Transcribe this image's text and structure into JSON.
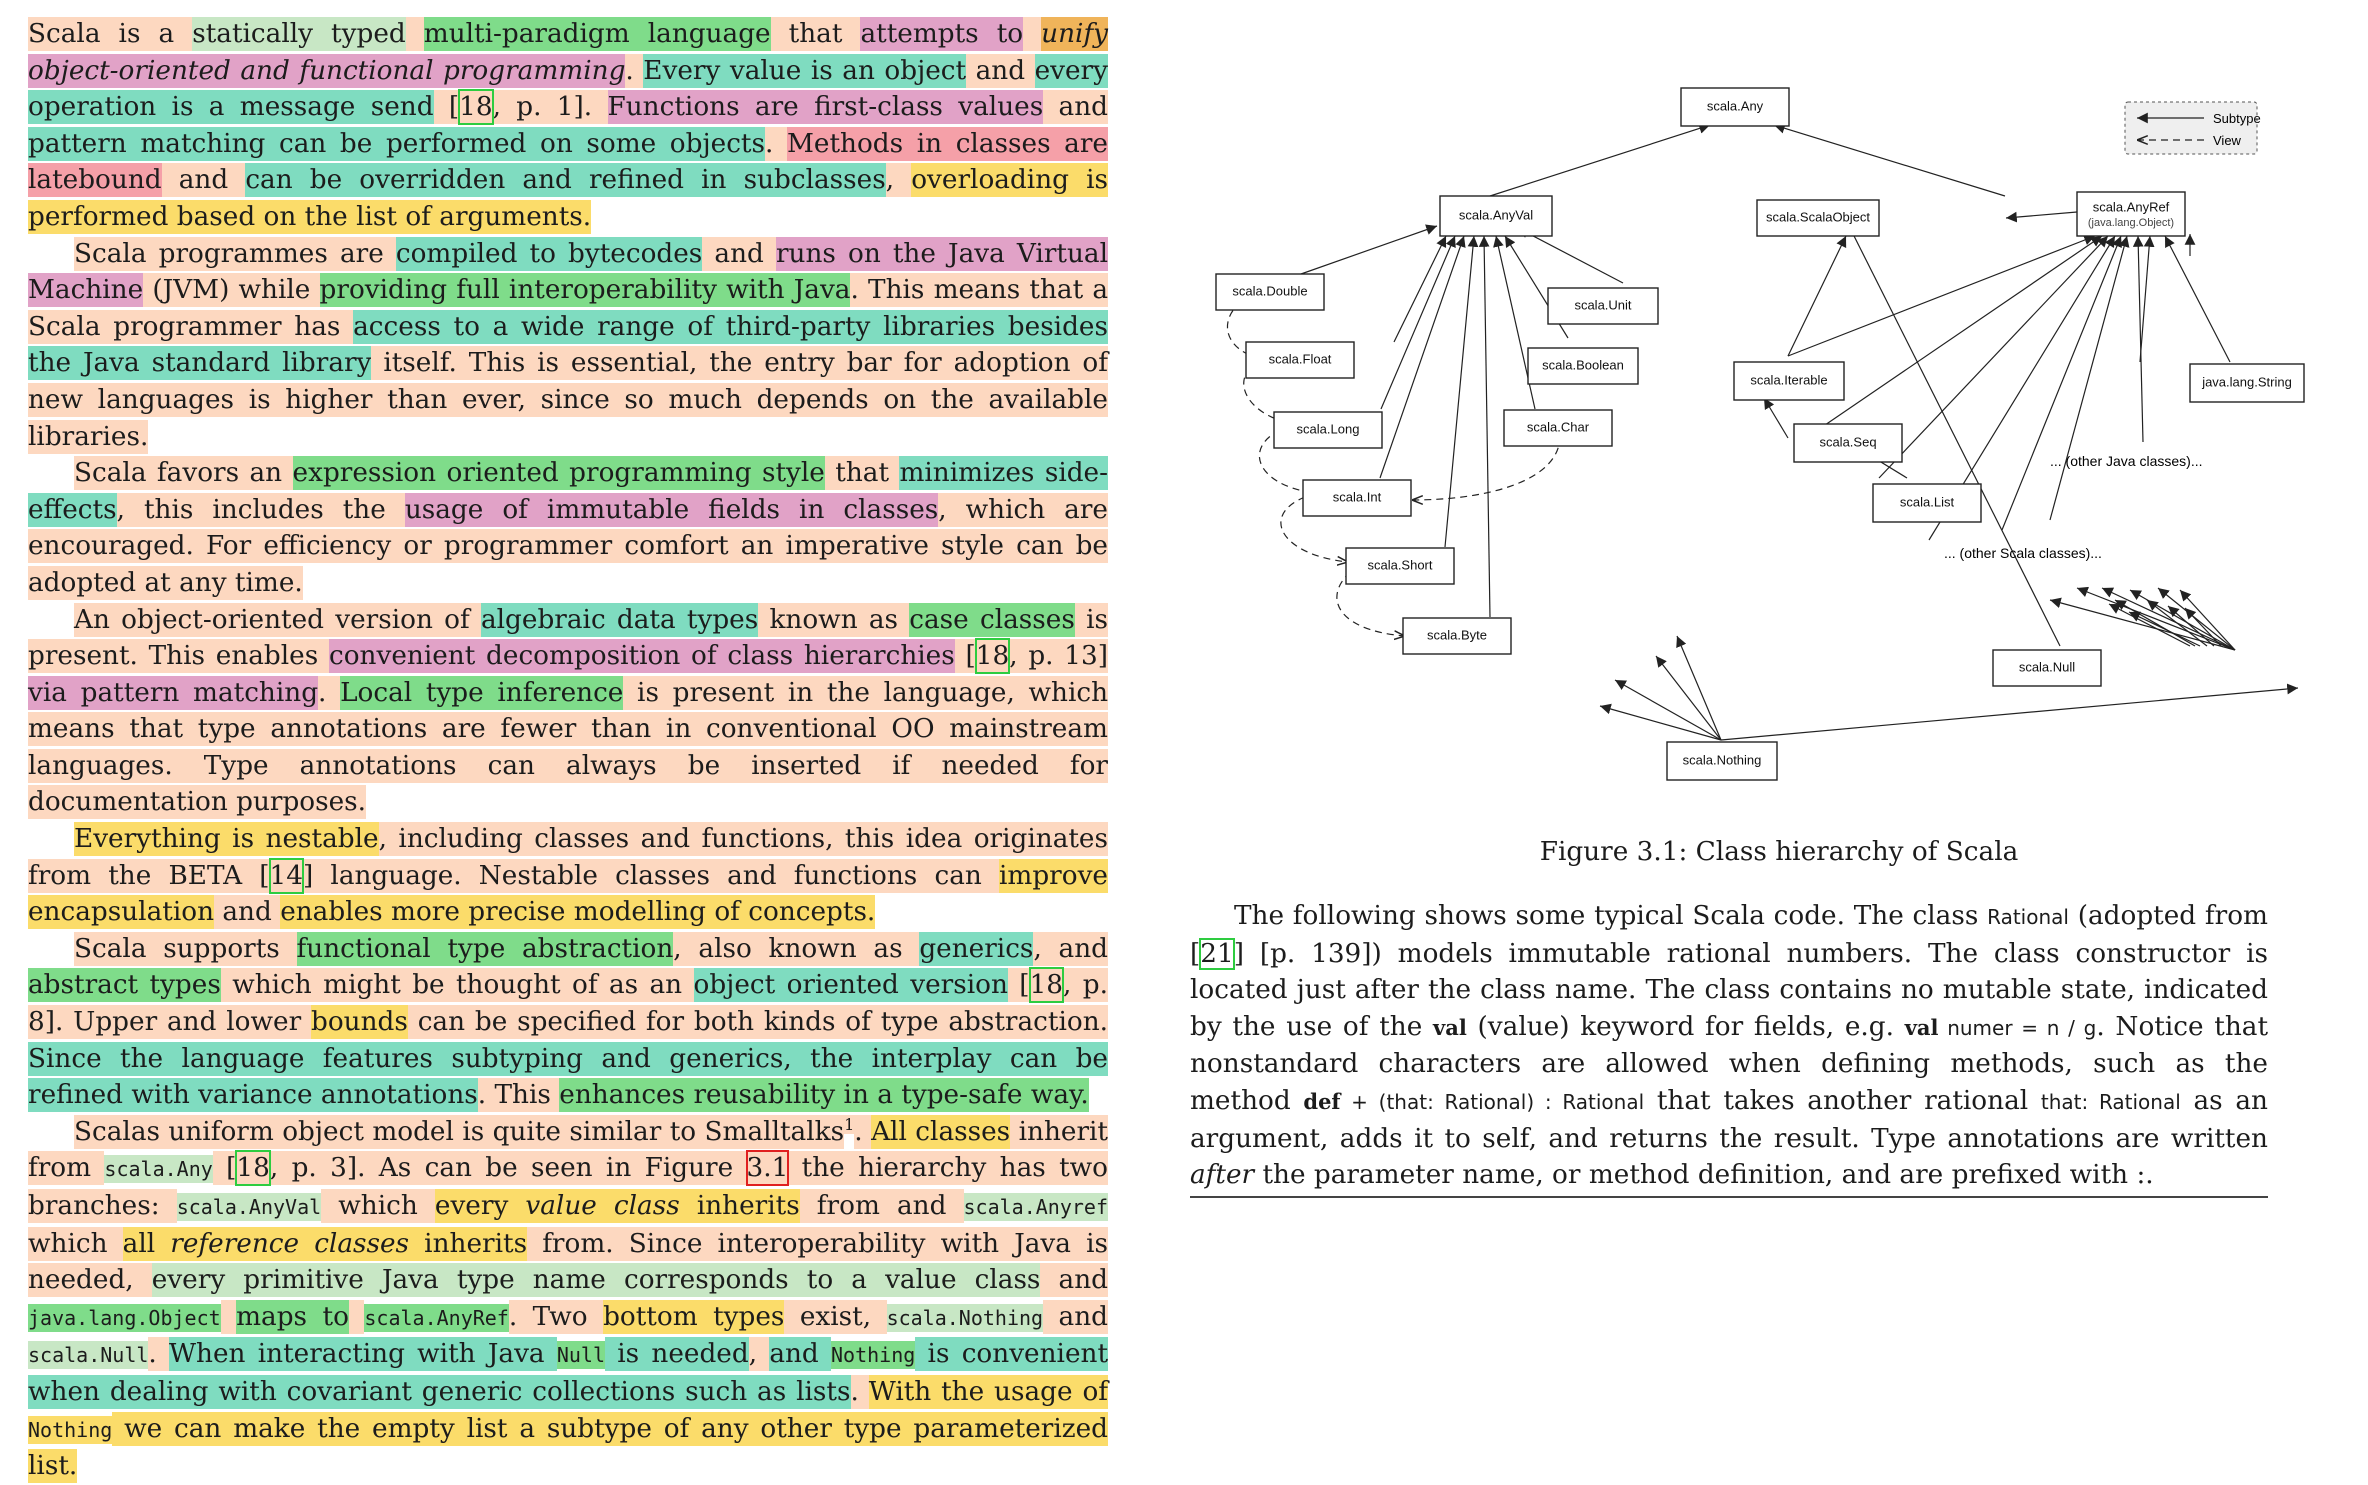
{
  "left_column": {
    "p1": [
      {
        "t": "Scala is a ",
        "c": "base"
      },
      {
        "t": "statically typed",
        "c": "k"
      },
      {
        "t": " ",
        "c": "base"
      },
      {
        "t": "multi-paradigm language",
        "c": "g"
      },
      {
        "t": " that ",
        "c": "base"
      },
      {
        "t": "attempts to",
        "c": "m"
      },
      {
        "t": " ",
        "c": "base"
      },
      {
        "t": "unify",
        "c": "o ital"
      },
      {
        "t": " object-oriented and functional programming",
        "c": "m ital"
      },
      {
        "t": ". ",
        "c": "base"
      },
      {
        "t": "Every value is an object",
        "c": "t"
      },
      {
        "t": " and ",
        "c": "base"
      },
      {
        "t": "every operation is a message send",
        "c": "t"
      },
      {
        "t": " [",
        "c": "base"
      },
      {
        "t": "18",
        "c": "base cite"
      },
      {
        "t": ", p. 1]. ",
        "c": "base"
      },
      {
        "t": "Functions are first-class values",
        "c": "m"
      },
      {
        "t": " and ",
        "c": "base"
      },
      {
        "t": "pattern matching can be performed on some objects",
        "c": "t"
      },
      {
        "t": ". ",
        "c": "base"
      },
      {
        "t": "Methods in classes are latebound",
        "c": "r"
      },
      {
        "t": " and ",
        "c": "base"
      },
      {
        "t": "can be overridden and refined in subclasses",
        "c": "t"
      },
      {
        "t": ", ",
        "c": "base"
      },
      {
        "t": "overloading is performed based on the list of arguments.",
        "c": "y"
      }
    ],
    "p2": [
      {
        "t": "Scala programmes are ",
        "c": "base"
      },
      {
        "t": "compiled to bytecodes",
        "c": "t"
      },
      {
        "t": " and ",
        "c": "base"
      },
      {
        "t": "runs on the Java Virtual Machine",
        "c": "m"
      },
      {
        "t": " (JVM) while ",
        "c": "base"
      },
      {
        "t": "providing full interoperability with Java",
        "c": "g"
      },
      {
        "t": ". This means that a Scala programmer has ",
        "c": "base"
      },
      {
        "t": "access to a wide range of third-party libraries besides the Java standard library",
        "c": "t"
      },
      {
        "t": " itself. This is essential, the entry bar for adoption of new languages is higher than ever, since so much depends on the available libraries.",
        "c": "base"
      }
    ],
    "p3": [
      {
        "t": "Scala favors an ",
        "c": "base"
      },
      {
        "t": "expression oriented programming style",
        "c": "g"
      },
      {
        "t": " that ",
        "c": "base"
      },
      {
        "t": "minimizes side-effects",
        "c": "t"
      },
      {
        "t": ", this includes the ",
        "c": "base"
      },
      {
        "t": "usage of immutable fields in classes",
        "c": "m"
      },
      {
        "t": ", which are encouraged. For efficiency or programmer comfort an imperative style can be adopted at any time.",
        "c": "base"
      }
    ],
    "p4": [
      {
        "t": "An object-oriented version of ",
        "c": "base"
      },
      {
        "t": "algebraic data types",
        "c": "t"
      },
      {
        "t": " known as ",
        "c": "base"
      },
      {
        "t": "case classes",
        "c": "g"
      },
      {
        "t": " is present. This enables ",
        "c": "base"
      },
      {
        "t": "convenient decomposition of class hierarchies",
        "c": "m"
      },
      {
        "t": " [",
        "c": "base"
      },
      {
        "t": "18",
        "c": "base cite"
      },
      {
        "t": ", p. 13] ",
        "c": "base"
      },
      {
        "t": "via pattern matching",
        "c": "m"
      },
      {
        "t": ". ",
        "c": "base"
      },
      {
        "t": "Local type inference",
        "c": "g"
      },
      {
        "t": " is present in the language, which means that type annotations are fewer than in conventional OO mainstream languages. Type annotations can always be inserted if needed for documentation purposes.",
        "c": "base"
      }
    ],
    "p5": [
      {
        "t": "Everything is nestable",
        "c": "y"
      },
      {
        "t": ", including classes and functions, this idea originates from the BETA [",
        "c": "base"
      },
      {
        "t": "14",
        "c": "base cite"
      },
      {
        "t": "] language. Nestable classes and functions can ",
        "c": "base"
      },
      {
        "t": "improve encapsulation",
        "c": "y"
      },
      {
        "t": " and ",
        "c": "base"
      },
      {
        "t": "enables more precise modelling of concepts.",
        "c": "y"
      }
    ],
    "p6": [
      {
        "t": "Scala supports ",
        "c": "base"
      },
      {
        "t": "functional type abstraction",
        "c": "g"
      },
      {
        "t": ", also known as ",
        "c": "base"
      },
      {
        "t": "generics",
        "c": "t"
      },
      {
        "t": ", and ",
        "c": "base"
      },
      {
        "t": "abstract types",
        "c": "g"
      },
      {
        "t": " which might be thought of as an ",
        "c": "base"
      },
      {
        "t": "object oriented version",
        "c": "t"
      },
      {
        "t": " [",
        "c": "base"
      },
      {
        "t": "18",
        "c": "base cite"
      },
      {
        "t": ", p. 8]. Upper and lower ",
        "c": "base"
      },
      {
        "t": "bounds",
        "c": "y"
      },
      {
        "t": " can be specified for both kinds of type abstraction. ",
        "c": "base"
      },
      {
        "t": "Since the language features subtyping and generics, the interplay can be refined with variance annotations",
        "c": "t"
      },
      {
        "t": ". This ",
        "c": "base"
      },
      {
        "t": "enhances reusability in a type-safe way.",
        "c": "g"
      }
    ],
    "p7": [
      {
        "t": "Scalas uniform object model is quite similar to Smalltalks",
        "c": "base"
      },
      {
        "t": "1",
        "c": "base sup"
      },
      {
        "t": ". ",
        "c": "base"
      },
      {
        "t": "All classes",
        "c": "y"
      },
      {
        "t": " inherit from ",
        "c": "base"
      },
      {
        "t": "scala.Any",
        "c": "k code"
      },
      {
        "t": " [",
        "c": "base"
      },
      {
        "t": "18",
        "c": "base cite"
      },
      {
        "t": ", p. 3]. As can be seen in Figure ",
        "c": "base"
      },
      {
        "t": "3.1",
        "c": "base ref"
      },
      {
        "t": " the hierarchy has two branches: ",
        "c": "base"
      },
      {
        "t": "scala.AnyVal",
        "c": "k code"
      },
      {
        "t": " which ",
        "c": "base"
      },
      {
        "t": "every ",
        "c": "y"
      },
      {
        "t": "value class",
        "c": "y ital"
      },
      {
        "t": " inherits",
        "c": "y"
      },
      {
        "t": " from and ",
        "c": "base"
      },
      {
        "t": "scala.Anyref",
        "c": "k code"
      },
      {
        "t": " which ",
        "c": "base"
      },
      {
        "t": "all ",
        "c": "y"
      },
      {
        "t": "reference classes",
        "c": "y ital"
      },
      {
        "t": " inherits",
        "c": "y"
      },
      {
        "t": " from. Since interoperability with Java is needed, ",
        "c": "base"
      },
      {
        "t": "every primitive Java type name corresponds to a value class",
        "c": "k"
      },
      {
        "t": " and ",
        "c": "base"
      },
      {
        "t": "java.lang.Object",
        "c": "g code"
      },
      {
        "t": " ",
        "c": "base"
      },
      {
        "t": "maps to",
        "c": "g"
      },
      {
        "t": " ",
        "c": "base"
      },
      {
        "t": "scala.AnyRef",
        "c": "g code"
      },
      {
        "t": ". Two ",
        "c": "base"
      },
      {
        "t": "bottom types",
        "c": "y"
      },
      {
        "t": " exist, ",
        "c": "base"
      },
      {
        "t": "scala.Nothing",
        "c": "k code"
      },
      {
        "t": " and ",
        "c": "base"
      },
      {
        "t": "scala.Null",
        "c": "k code"
      },
      {
        "t": ". ",
        "c": "base"
      },
      {
        "t": "When interacting with Java ",
        "c": "t"
      },
      {
        "t": "Null",
        "c": "g code"
      },
      {
        "t": " is needed",
        "c": "t"
      },
      {
        "t": ", ",
        "c": "base"
      },
      {
        "t": "and ",
        "c": "t"
      },
      {
        "t": "Nothing",
        "c": "g code"
      },
      {
        "t": " is convenient when dealing with covariant generic collections such as lists",
        "c": "t"
      },
      {
        "t": ". ",
        "c": "base"
      },
      {
        "t": "With the usage of ",
        "c": "y"
      },
      {
        "t": "Nothing",
        "c": "y code"
      },
      {
        "t": " we can make the empty list a subtype of any other type parameterized list.",
        "c": "y"
      }
    ]
  },
  "figure": {
    "legend_subtype": "Subtype",
    "legend_view": "View",
    "nodes": {
      "any": "scala.Any",
      "anyval": "scala.AnyVal",
      "scalaobject": "scala.ScalaObject",
      "anyref": "scala.AnyRef",
      "anyref_sub": "(java.lang.Object)",
      "double": "scala.Double",
      "float": "scala.Float",
      "long": "scala.Long",
      "int": "scala.Int",
      "short": "scala.Short",
      "byte": "scala.Byte",
      "unit": "scala.Unit",
      "boolean": "scala.Boolean",
      "char": "scala.Char",
      "iterable": "scala.Iterable",
      "seq": "scala.Seq",
      "list": "scala.List",
      "string": "java.lang.String",
      "nullnode": "scala.Null",
      "nothing": "scala.Nothing"
    },
    "other_java": "... (other Java classes)...",
    "other_scala": "... (other Scala classes)...",
    "caption": "Figure 3.1: Class hierarchy of Scala"
  },
  "right_text": [
    {
      "t": "The following shows some typical Scala code. The class ",
      "c": ""
    },
    {
      "t": "Rational",
      "c": "sc"
    },
    {
      "t": " (adopted from [",
      "c": ""
    },
    {
      "t": "21",
      "c": "cite"
    },
    {
      "t": "] [p. 139]) models immutable rational numbers. The class constructor is located just after the class name. The class contains no mutable state, indicated by the use of the ",
      "c": ""
    },
    {
      "t": "val",
      "c": "kw"
    },
    {
      "t": " (value) keyword for fields, e.g. ",
      "c": ""
    },
    {
      "t": "val",
      "c": "kw"
    },
    {
      "t": " numer = n / g",
      "c": "sc"
    },
    {
      "t": ". Notice that nonstandard characters are allowed when defining methods, such as the method ",
      "c": ""
    },
    {
      "t": "def",
      "c": "kw"
    },
    {
      "t": " + (that: Rational) : Rational",
      "c": "sc"
    },
    {
      "t": " that takes another rational ",
      "c": ""
    },
    {
      "t": "that: Rational",
      "c": "sc"
    },
    {
      "t": " as an argument, adds it to self, and returns the result. Type annotations are written ",
      "c": ""
    },
    {
      "t": "after",
      "c": "ital"
    },
    {
      "t": " the parameter name, or method definition, and are prefixed with :.",
      "c": ""
    }
  ]
}
